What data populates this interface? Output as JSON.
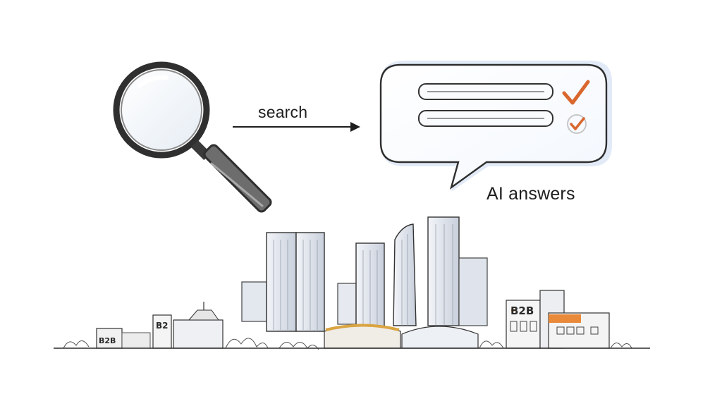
{
  "labels": {
    "search": "search",
    "ai_answers": "AI answers"
  },
  "signs": {
    "b2b_left": "B2B",
    "b2_mid": "B2",
    "b2b_right": "B2B"
  },
  "colors": {
    "accent_orange": "#d9672e",
    "bubble_blue": "#b7cbe9",
    "line_dark": "#2b2b2b"
  },
  "icons": [
    "magnifier-icon",
    "arrow-icon",
    "chat-bubble-icon",
    "checkmark-icon"
  ]
}
